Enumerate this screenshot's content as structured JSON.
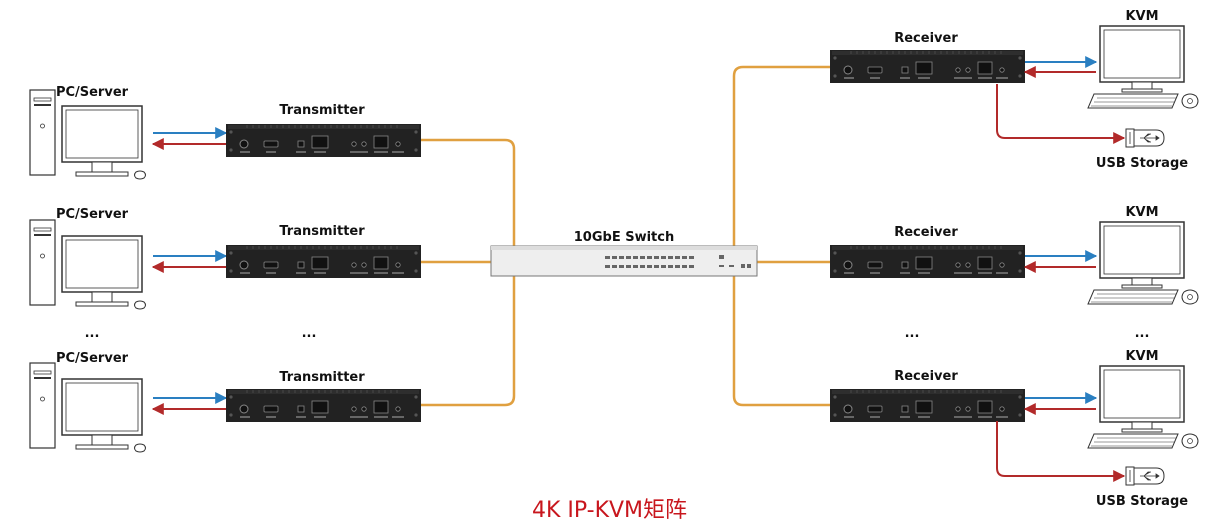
{
  "labels": {
    "pc_server": "PC/Server",
    "transmitter": "Transmitter",
    "receiver": "Receiver",
    "kvm": "KVM",
    "usb_storage": "USB Storage",
    "switch": "10GbE Switch",
    "ellipsis": "..."
  },
  "caption": "4K IP-KVM矩阵",
  "colors": {
    "video": "#2a7fc1",
    "control": "#b22a2a",
    "network": "#e0a040",
    "usb": "#b22a2a",
    "device": "#222222",
    "caption": "#c8161d"
  },
  "icons": {
    "pc": "desktop-computer-icon",
    "kvm": "keyboard-monitor-mouse-icon",
    "usb": "usb-flash-drive-icon",
    "device": "kvm-extender-box-icon",
    "switch": "network-switch-icon"
  }
}
